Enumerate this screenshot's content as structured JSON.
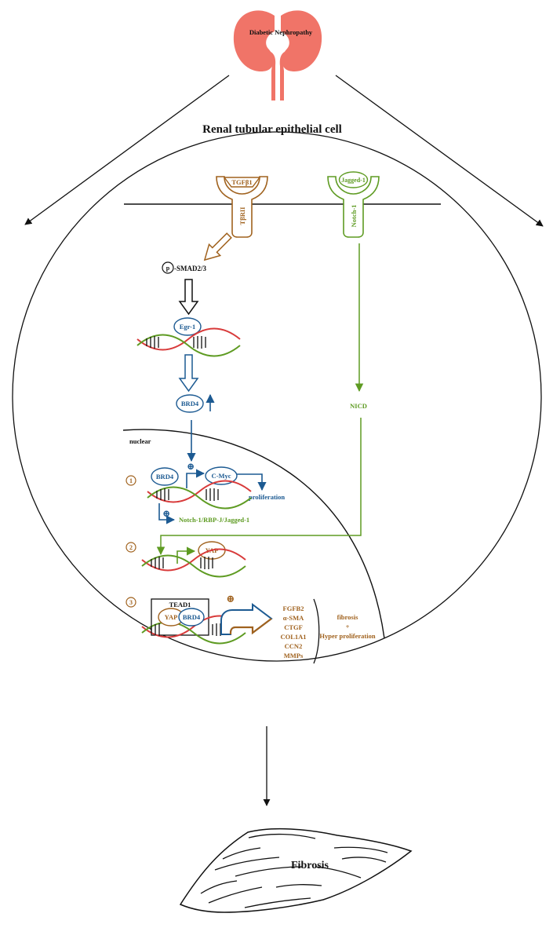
{
  "labels": {
    "disease": "Diabetic Nephropathy",
    "cell": "Renal tubular epithelial cell",
    "tgfb1": "TGFβ1",
    "tbr2": "TβRII",
    "jagged1": "Jagged-1",
    "notch1": "Notch-1",
    "p": "p",
    "psmad": "-SMAD2/3",
    "egr1": "Egr-1",
    "brd4_cyto": "BRD4",
    "nicd": "NICD",
    "nuclear": "nuclear",
    "step1": "1",
    "step2": "2",
    "step3": "3",
    "brd4_nuc": "BRD4",
    "cmyc": "C-Myc",
    "proliferation": "proliferation",
    "notch_path": "Notch-1/RBP-J/Jagged-1",
    "yap2": "YAP",
    "tead1": "TEAD1",
    "yap3": "YAP",
    "brd4_3": "BRD4",
    "plus": "⊕",
    "genes": [
      "FGFB2",
      "α-SMA",
      "CTGF",
      "COL1A1",
      "CCN2",
      "MMPs"
    ],
    "outcome_fibrosis": "fibrosis",
    "outcome_plus": "+",
    "outcome_hyper": "Hyper proliferation",
    "fibrosis": "Fibrosis"
  },
  "colors": {
    "kidney": "#F07468",
    "brown": "#A0621E",
    "green": "#5E9B22",
    "blue": "#1C5A92",
    "red": "#D83A3A",
    "black": "#111111"
  }
}
